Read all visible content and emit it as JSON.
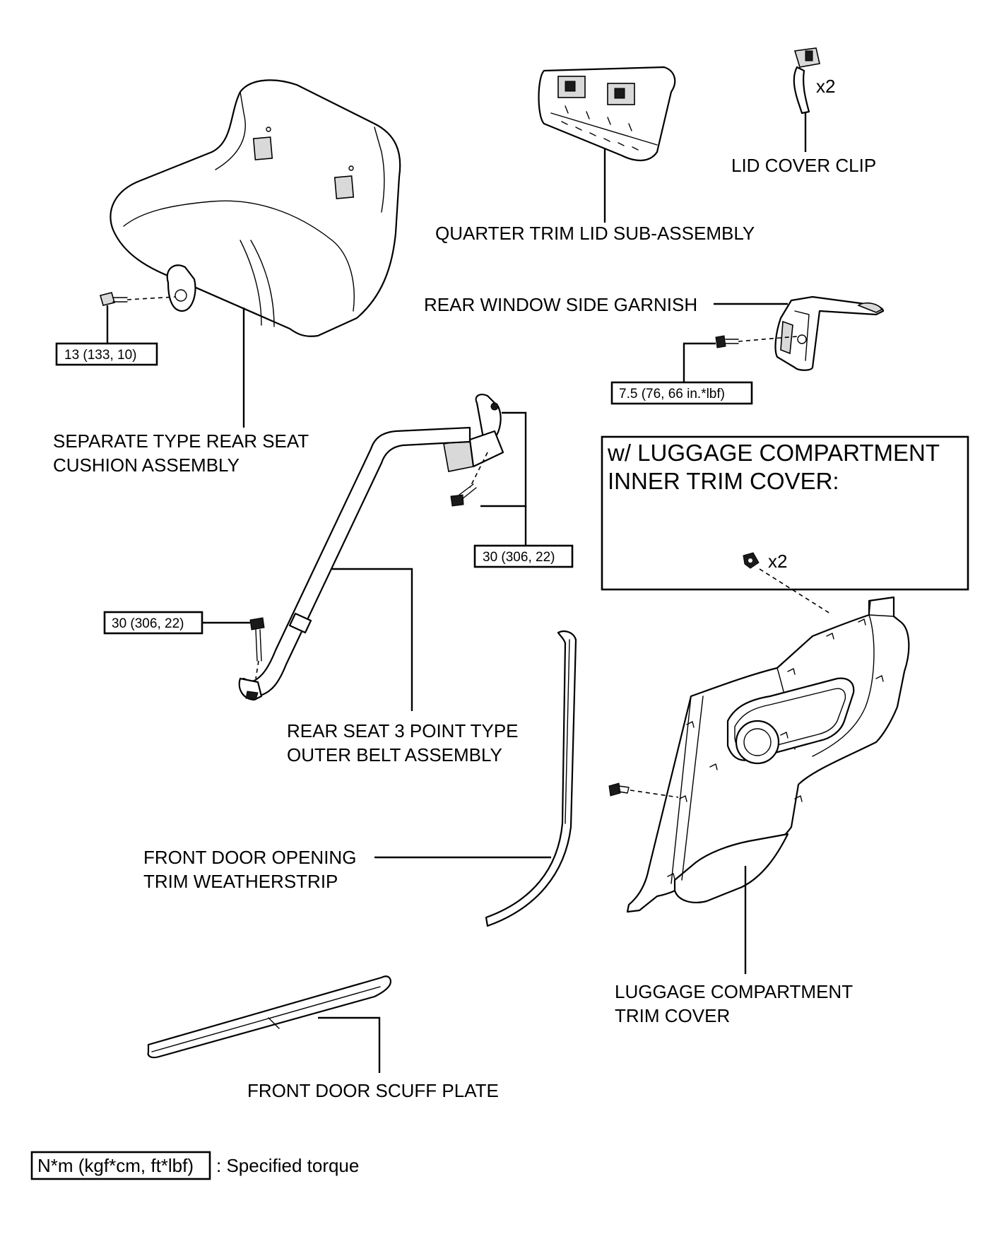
{
  "parts": {
    "lid_cover_clip": {
      "label": "LID COVER CLIP",
      "qty": "x2"
    },
    "quarter_trim_lid": {
      "label": "QUARTER TRIM LID SUB-ASSEMBLY"
    },
    "rear_window_side_garnish": {
      "label": "REAR WINDOW SIDE GARNISH"
    },
    "rear_seat_cushion": {
      "line1": "SEPARATE TYPE REAR SEAT",
      "line2": "CUSHION ASSEMBLY"
    },
    "outer_belt": {
      "line1": "REAR SEAT 3 POINT TYPE",
      "line2": "OUTER BELT ASSEMBLY"
    },
    "weatherstrip": {
      "line1": "FRONT DOOR OPENING",
      "line2": "TRIM WEATHERSTRIP"
    },
    "luggage_trim_cover": {
      "line1": "LUGGAGE COMPARTMENT",
      "line2": "TRIM COVER"
    },
    "scuff_plate": {
      "label": "FRONT DOOR SCUFF PLATE"
    }
  },
  "torques": {
    "seat_bolt": "13 (133, 10)",
    "garnish_bolt": "7.5 (76, 66 in.*lbf)",
    "belt_upper": "30 (306, 22)",
    "belt_lower": "30 (306, 22)"
  },
  "inset": {
    "title_line1": "w/ LUGGAGE COMPARTMENT",
    "title_line2": "INNER TRIM COVER:",
    "qty": "x2"
  },
  "legend": {
    "unit_box": "N*m (kgf*cm, ft*lbf)",
    "description": ": Specified torque"
  }
}
